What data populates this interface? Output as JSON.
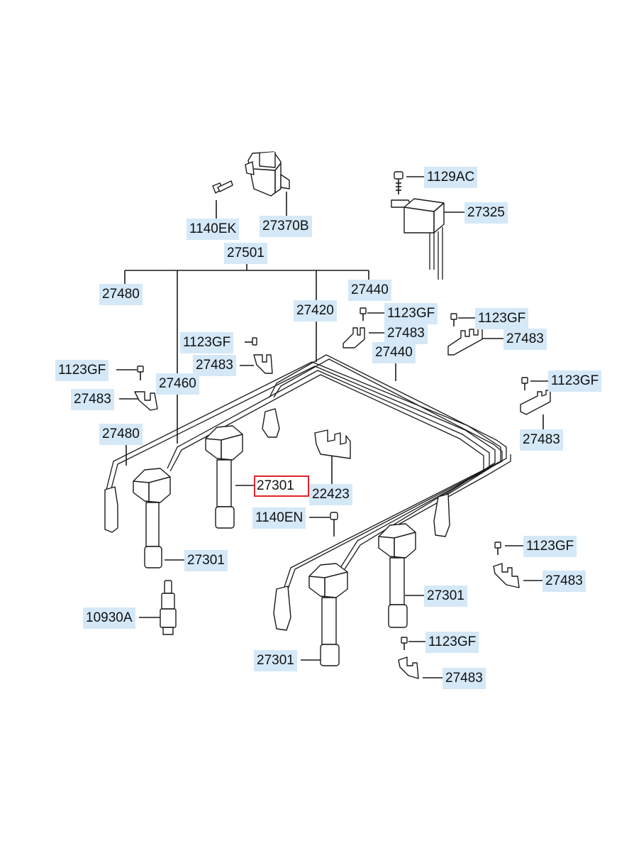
{
  "diagram": {
    "highlight_color": "#e0252b",
    "label_bg": "#d4e8f7",
    "labels": [
      {
        "text": "1129AC"
      },
      {
        "text": "27325"
      },
      {
        "text": "1140EK"
      },
      {
        "text": "27370B"
      },
      {
        "text": "27501"
      },
      {
        "text": "27480"
      },
      {
        "text": "27440"
      },
      {
        "text": "27420"
      },
      {
        "text": "1123GF"
      },
      {
        "text": "27483"
      },
      {
        "text": "1123GF"
      },
      {
        "text": "27483"
      },
      {
        "text": "1123GF"
      },
      {
        "text": "27483"
      },
      {
        "text": "27440"
      },
      {
        "text": "1123GF"
      },
      {
        "text": "27460"
      },
      {
        "text": "27483"
      },
      {
        "text": "1123GF"
      },
      {
        "text": "27483"
      },
      {
        "text": "27480"
      },
      {
        "text": "27301",
        "highlighted": true
      },
      {
        "text": "22423"
      },
      {
        "text": "1140EN"
      },
      {
        "text": "27301"
      },
      {
        "text": "1123GF"
      },
      {
        "text": "27483"
      },
      {
        "text": "27301"
      },
      {
        "text": "10930A"
      },
      {
        "text": "1123GF"
      },
      {
        "text": "27301"
      },
      {
        "text": "27483"
      }
    ]
  }
}
